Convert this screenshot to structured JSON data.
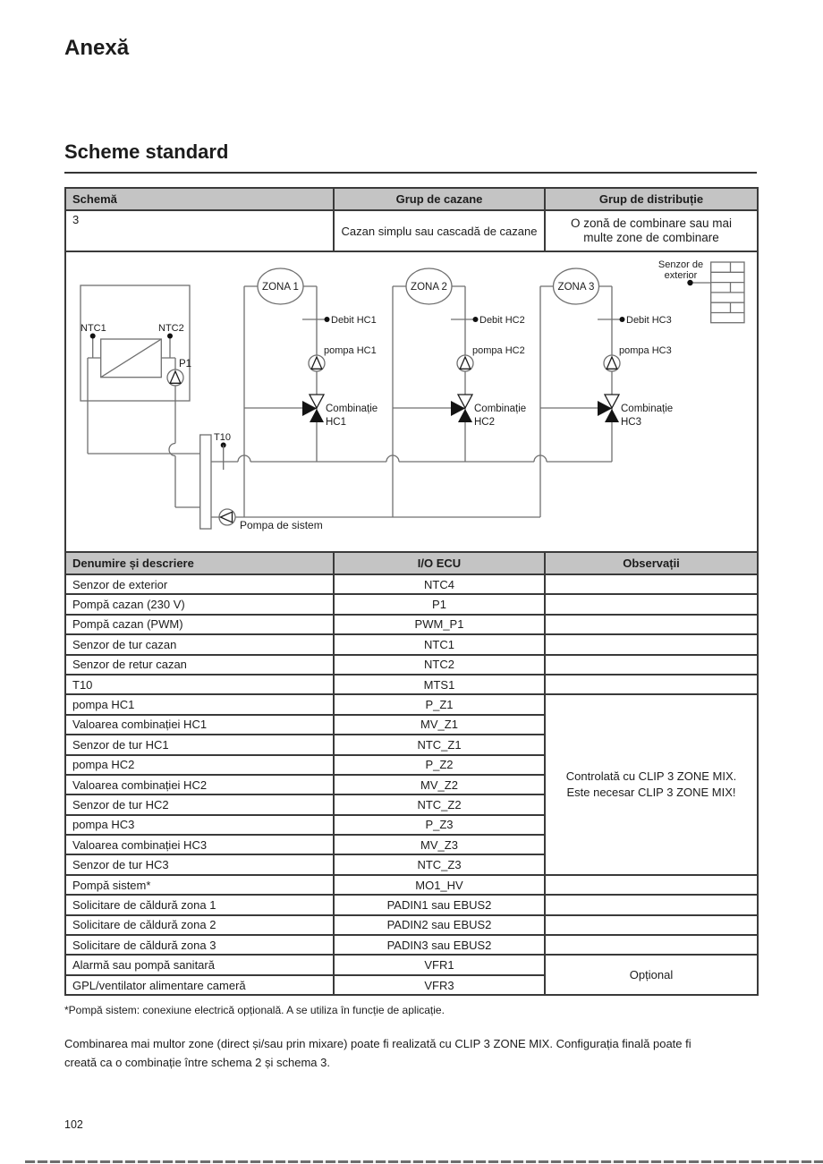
{
  "page": {
    "title": "Anexă",
    "section_title": "Scheme standard",
    "footnote": "*Pompă sistem: conexiune electrică opțională. A se utiliza în funcție de aplicație.",
    "paragraph_line1": "Combinarea mai multor zone (direct și/sau prin mixare) poate fi realizată cu CLIP 3 ZONE MIX. Configurația finală poate fi",
    "paragraph_line2": "creată ca o combinație între schema 2 și schema 3.",
    "page_number": "102"
  },
  "scheme_table": {
    "headers": [
      "Schemă",
      "Grup de cazane",
      "Grup de distribuție"
    ],
    "row": {
      "schema": "3",
      "boiler_group": "Cazan simplu sau cascadă de cazane",
      "distribution_group": "O zonă de combinare sau mai multe zone de combinare"
    }
  },
  "diagram": {
    "outdoor_sensor_line1": "Senzor de",
    "outdoor_sensor_line2": "exterior",
    "boiler": {
      "ntc1": "NTC1",
      "ntc2": "NTC2",
      "p1": "P1"
    },
    "t10": "T10",
    "system_pump": "Pompa de sistem",
    "zones": [
      {
        "name": "ZONA 1",
        "debit": "Debit HC1",
        "pump": "pompa HC1",
        "valve1": "Combinație",
        "valve2": "HC1"
      },
      {
        "name": "ZONA 2",
        "debit": "Debit HC2",
        "pump": "pompa HC2",
        "valve1": "Combinație",
        "valve2": "HC2"
      },
      {
        "name": "ZONA 3",
        "debit": "Debit HC3",
        "pump": "pompa HC3",
        "valve1": "Combinație",
        "valve2": "HC3"
      }
    ]
  },
  "io_table": {
    "headers": [
      "Denumire și descriere",
      "I/O ECU",
      "Observații"
    ],
    "rows": [
      {
        "label": "Senzor de exterior",
        "io": "NTC4"
      },
      {
        "label": "Pompă cazan (230 V)",
        "io": "P1"
      },
      {
        "label": "Pompă cazan (PWM)",
        "io": "PWM_P1"
      },
      {
        "label": "Senzor de tur cazan",
        "io": "NTC1"
      },
      {
        "label": "Senzor de retur cazan",
        "io": "NTC2"
      },
      {
        "label": "T10",
        "io": "MTS1"
      },
      {
        "label": "pompa HC1",
        "io": "P_Z1"
      },
      {
        "label": "Valoarea combinației HC1",
        "io": "MV_Z1"
      },
      {
        "label": "Senzor de tur HC1",
        "io": "NTC_Z1"
      },
      {
        "label": "pompa HC2",
        "io": "P_Z2"
      },
      {
        "label": "Valoarea combinației HC2",
        "io": "MV_Z2"
      },
      {
        "label": "Senzor de tur HC2",
        "io": "NTC_Z2"
      },
      {
        "label": "pompa HC3",
        "io": "P_Z3"
      },
      {
        "label": "Valoarea combinației HC3",
        "io": "MV_Z3"
      },
      {
        "label": "Senzor de tur HC3",
        "io": "NTC_Z3"
      },
      {
        "label": "Pompă sistem*",
        "io": "MO1_HV"
      },
      {
        "label": "Solicitare de căldură zona 1",
        "io": "PADIN1 sau EBUS2"
      },
      {
        "label": "Solicitare de căldură zona 2",
        "io": "PADIN2 sau EBUS2"
      },
      {
        "label": "Solicitare de căldură zona 3",
        "io": "PADIN3 sau EBUS2"
      },
      {
        "label": "Alarmă sau pompă sanitară",
        "io": "VFR1"
      },
      {
        "label": "GPL/ventilator alimentare cameră",
        "io": "VFR3"
      }
    ],
    "notes": {
      "clip1": "Controlată cu CLIP 3 ZONE MIX.",
      "clip2": "Este necesar CLIP 3 ZONE MIX!",
      "optional": "Opțional"
    }
  },
  "colors": {
    "header_bg": "#c4c4c4",
    "table_border": "#3a3a3a",
    "diagram_line": "#6f6f6f",
    "text": "#1c1c1c"
  }
}
